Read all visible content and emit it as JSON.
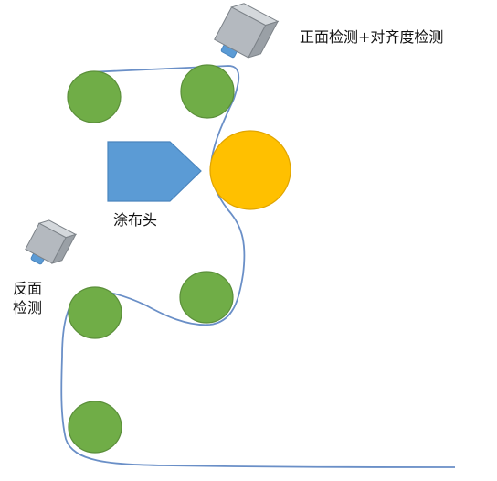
{
  "labels": {
    "front_inspection": "正面检测+对齐度检测",
    "coating_head": "涂布头",
    "back_inspection_line1": "反面",
    "back_inspection_line2": "检测"
  },
  "colors": {
    "roller_fill": "#70AD47",
    "roller_stroke": "#5B8F3A",
    "coating_roller_fill": "#FFC000",
    "coating_roller_stroke": "#E0A400",
    "coating_head_fill": "#5B9BD5",
    "coating_head_stroke": "#4A85BE",
    "web_path": "#6A8FC7",
    "camera_body": "#B4B9BF",
    "camera_lens": "#5B9BD5"
  },
  "icons": {
    "camera": "camera-icon"
  }
}
